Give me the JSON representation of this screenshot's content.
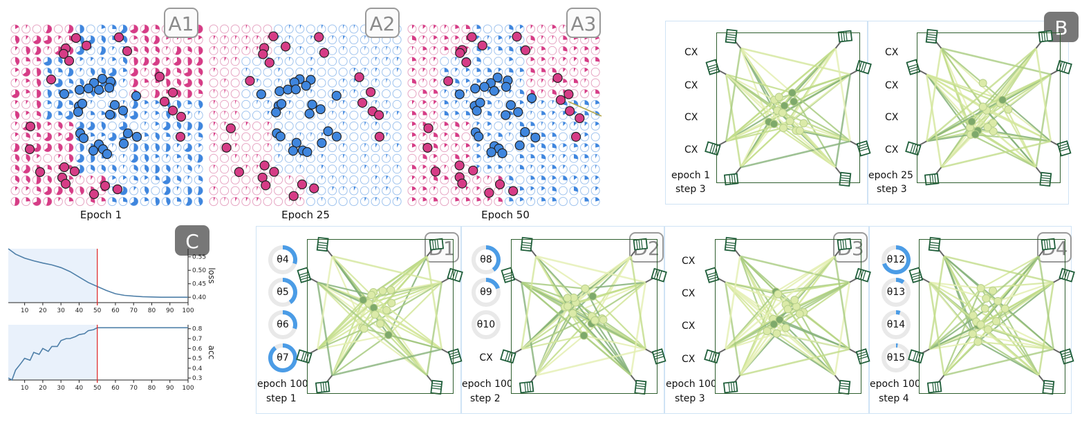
{
  "panelA": {
    "tags": [
      "A1",
      "A2",
      "A3"
    ],
    "epochs": [
      "Epoch 1",
      "Epoch 25",
      "Epoch 50"
    ]
  },
  "panelB": {
    "tag": "B",
    "cells": [
      {
        "gates": [
          "CX",
          "CX",
          "CX",
          "CX"
        ],
        "epoch": "epoch 1",
        "step": "step 3"
      },
      {
        "gates": [
          "CX",
          "CX",
          "CX",
          "CX"
        ],
        "epoch": "epoch 25",
        "step": "step 3"
      }
    ]
  },
  "panelC": {
    "tag": "C",
    "ylabels": [
      "loss",
      "acc"
    ]
  },
  "panelD": {
    "cells": [
      {
        "tag": "D1",
        "params": [
          "θ4",
          "θ5",
          "θ6",
          "θ7"
        ],
        "epoch": "epoch 100",
        "step": "step 1"
      },
      {
        "tag": "D2",
        "params": [
          "θ8",
          "θ9",
          "θ10",
          "CX"
        ],
        "epoch": "epoch 100",
        "step": "step 2"
      },
      {
        "tag": "D3",
        "params": [
          "CX",
          "CX",
          "CX",
          "CX"
        ],
        "epoch": "epoch 100",
        "step": "step 3"
      },
      {
        "tag": "D4",
        "params": [
          "θ12",
          "θ13",
          "θ14",
          "θ15"
        ],
        "epoch": "epoch 100",
        "step": "step 4"
      }
    ]
  },
  "chart_data": [
    {
      "type": "line",
      "ylabel": "loss",
      "x": [
        1,
        5,
        10,
        15,
        20,
        25,
        30,
        35,
        40,
        45,
        50,
        55,
        60,
        65,
        70,
        75,
        80,
        85,
        90,
        95,
        100
      ],
      "values": [
        0.58,
        0.56,
        0.545,
        0.535,
        0.527,
        0.52,
        0.51,
        0.495,
        0.475,
        0.455,
        0.44,
        0.425,
        0.413,
        0.407,
        0.404,
        0.402,
        0.401,
        0.4,
        0.4,
        0.4,
        0.4
      ],
      "xticks": [
        10,
        20,
        30,
        40,
        50,
        60,
        70,
        80,
        90,
        100
      ],
      "yticks": [
        0.4,
        0.45,
        0.5,
        0.55
      ],
      "ylim": [
        0.38,
        0.58
      ],
      "marker_x": 50
    },
    {
      "type": "line",
      "ylabel": "acc",
      "x": [
        1,
        3,
        5,
        8,
        10,
        13,
        15,
        18,
        20,
        23,
        25,
        28,
        30,
        33,
        35,
        38,
        40,
        43,
        45,
        48,
        50,
        52,
        55,
        60,
        70,
        80,
        90,
        100
      ],
      "values": [
        0.3,
        0.28,
        0.38,
        0.45,
        0.5,
        0.48,
        0.56,
        0.54,
        0.6,
        0.57,
        0.62,
        0.62,
        0.68,
        0.7,
        0.7,
        0.72,
        0.74,
        0.75,
        0.78,
        0.79,
        0.81,
        0.81,
        0.81,
        0.81,
        0.81,
        0.81,
        0.81,
        0.81
      ],
      "xticks": [
        10,
        20,
        30,
        40,
        50,
        60,
        70,
        80,
        90,
        100
      ],
      "yticks": [
        0.3,
        0.4,
        0.5,
        0.6,
        0.7,
        0.8
      ],
      "ylim": [
        0.28,
        0.84
      ],
      "marker_x": 50
    }
  ]
}
